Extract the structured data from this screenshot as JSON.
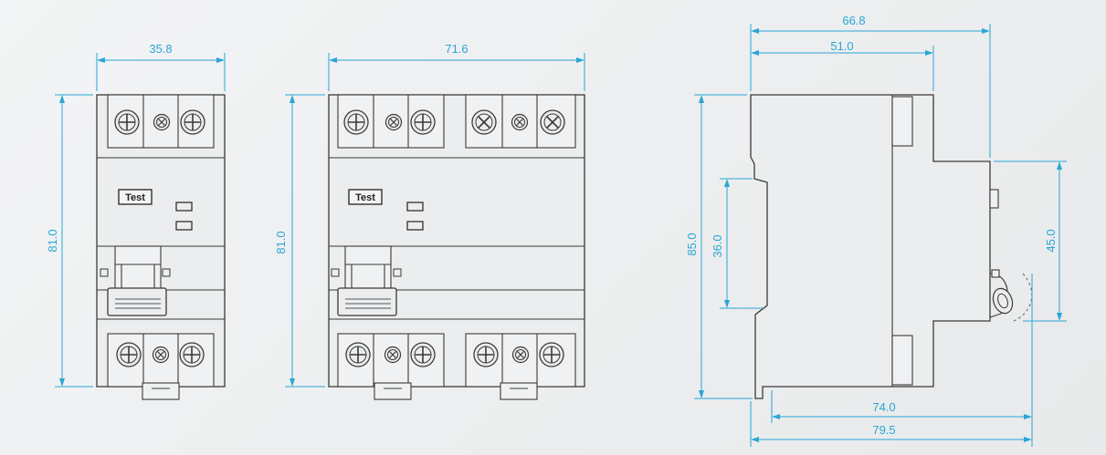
{
  "front_view_2p": {
    "button_text": "Test",
    "width_dimension": "35.8",
    "height_dimension": "81.0"
  },
  "front_view_4p": {
    "button_text": "Test",
    "width_dimension": "71.6",
    "height_dimension": "81.0"
  },
  "side_view": {
    "top_overall_dimension": "66.8",
    "top_body_dimension": "51.0",
    "overall_height_dimension": "85.0",
    "din_rail_dimension": "36.0",
    "front_face_dimension": "45.0",
    "bottom_body_dimension": "74.0",
    "bottom_overall_dimension": "79.5"
  },
  "colors": {
    "dimension": "#2aa6d6",
    "outline": "#3a3a3a"
  }
}
